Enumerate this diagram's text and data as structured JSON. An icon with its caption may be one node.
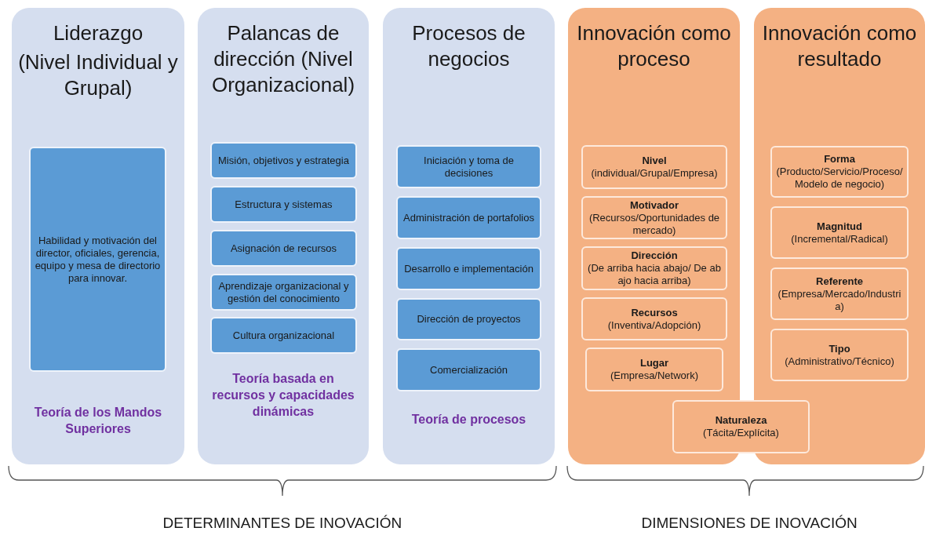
{
  "diagram": {
    "nodes": [
      {
        "text": [
          "Liderazgo",
          "(Nivel Individual y Grupal)",
          "Teoría de los Mandos Superiores"
        ]
      },
      {
        "text": [
          "Habilidad y motivación del director, oficiales, gerencia, equipo y  mesa de directorio para innovar."
        ],
        "in": 0
      },
      {
        "text": [
          "Palancas de dirección (Nivel Organizacional)",
          "Teoría basada en recursos y capacidades dinámicas"
        ]
      },
      {
        "text": [
          "Misión, objetivos y estrategia"
        ],
        "in": 2
      },
      {
        "text": [
          "Estructura y sistemas"
        ],
        "in": 2
      },
      {
        "text": [
          "Asignación de recursos"
        ],
        "in": 2
      },
      {
        "text": [
          "Aprendizaje organizacional y gestión del conocimiento"
        ],
        "in": 2
      },
      {
        "text": [
          "Cultura organizacional"
        ],
        "in": 2
      },
      {
        "text": [
          "Procesos de negocios",
          "Teoría de procesos"
        ]
      },
      {
        "text": [
          "Iniciación y toma de decisiones"
        ],
        "in": 8
      },
      {
        "text": [
          "Administración de portafolios"
        ],
        "in": 8
      },
      {
        "text": [
          "Desarrollo e implementación"
        ],
        "in": 8
      },
      {
        "text": [
          "Dirección de proyectos"
        ],
        "in": 8
      },
      {
        "text": [
          "Comercialización"
        ],
        "in": 8
      },
      {
        "text": [
          "Innovación como proceso"
        ]
      },
      {
        "text": [
          "Nivel",
          "(individual/Grupal/Empresa)"
        ],
        "in": 14
      },
      {
        "text": [
          "Motivador",
          "(Recursos/Oportunidades de mercado)"
        ],
        "in": 14
      },
      {
        "text": [
          "Dirección",
          "(De arriba hacia abajo/ De abajo hacia arriba)"
        ],
        "in": 14
      },
      {
        "text": [
          "Recursos",
          "(Inventiva/Adopción)"
        ],
        "in": 14
      },
      {
        "text": [
          "Lugar",
          "(Empresa/Network)"
        ],
        "in": 14
      },
      {
        "text": [
          "Innovación como resultado"
        ]
      },
      {
        "text": [
          "Forma",
          "(Producto/Servicio/Proceso/Modelo de negocio)"
        ],
        "in": 20
      },
      {
        "text": [
          "Magnitud",
          "(Incremental/Radical)"
        ],
        "in": 20
      },
      {
        "text": [
          "Referente",
          "(Empresa/Mercado/Industria)"
        ],
        "in": 20
      },
      {
        "text": [
          "Tipo",
          "(Administrativo/Técnico)"
        ],
        "in": 20
      },
      {
        "text": [
          "Naturaleza",
          "(Tácita/Explícita)"
        ]
      }
    ],
    "labels": [
      "DETERMINANTES DE INOVACIÓN",
      "DIMENSIONES DE INOVACIÓN"
    ]
  }
}
